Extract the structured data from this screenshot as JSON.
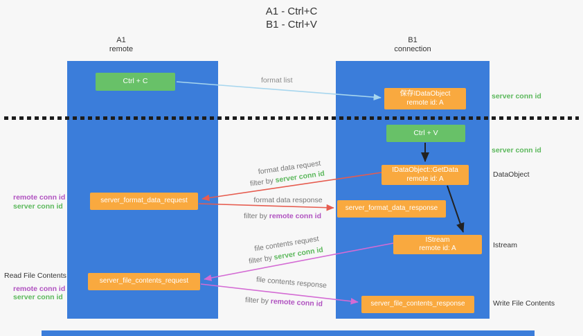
{
  "title": {
    "line1": "A1 - Ctrl+C",
    "line2": "B1 - Ctrl+V"
  },
  "lanes": {
    "left": {
      "name": "A1",
      "subtitle": "remote"
    },
    "right": {
      "name": "B1",
      "subtitle": "connection"
    }
  },
  "boxes": {
    "ctrl_c": {
      "label": "Ctrl + C"
    },
    "ctrl_v": {
      "label": "Ctrl + V"
    },
    "save_dataobject": {
      "line1": "保存IDataObject",
      "line2": "remote id: A"
    },
    "getdata": {
      "line1": "IDataObject::GetData",
      "line2": "remote id: A"
    },
    "istream": {
      "line1": "IStream",
      "line2": "remote id: A"
    },
    "format_request": {
      "label": "server_format_data_request"
    },
    "format_response": {
      "label": "server_format_data_response"
    },
    "file_request": {
      "label": "server_file_contents_request"
    },
    "file_response": {
      "label": "server_file_contents_response"
    }
  },
  "side_labels": {
    "right_server_conn_1": "server conn id",
    "right_server_conn_2": "server conn id",
    "right_dataobject": "DataObject",
    "right_istream": "Istream",
    "right_write_file": "Write File Contents",
    "left_read_file": "Read File Contents",
    "left_remote_conn_1": "remote conn id",
    "left_server_conn_1": "server conn id",
    "left_remote_conn_2": "remote conn id",
    "left_server_conn_2": "server conn id"
  },
  "arrow_labels": {
    "format_list": "format list",
    "format_data_request": "format data request",
    "format_data_response": "format data response",
    "file_contents_request": "file contents request",
    "file_contents_response": "file contents response",
    "filter_prefix": "filter by ",
    "server_conn_id": "server conn id",
    "remote_conn_id": "remote conn id"
  },
  "colors": {
    "lane_blue": "#3b7dda",
    "box_orange": "#f9a93f",
    "box_green": "#68c168",
    "conn_green": "#5cb85c",
    "conn_purple": "#b052c0",
    "arrow_red": "#e65c4f",
    "arrow_magenta": "#d46bd4",
    "arrow_blue": "#a7d6ee",
    "arrow_black": "#222222"
  }
}
